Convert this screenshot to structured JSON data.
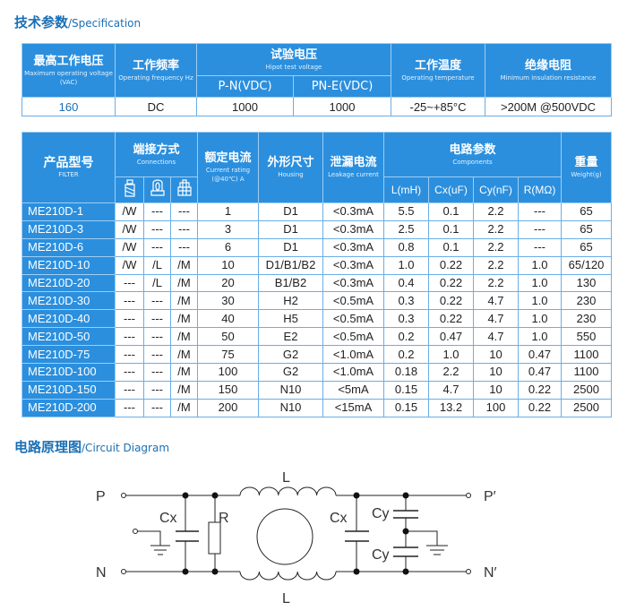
{
  "spec_title": {
    "zh": "技术参数",
    "en": "/Specification"
  },
  "spec_table": {
    "headers": [
      {
        "zh": "最高工作电压",
        "en": "Maximum operating voltage  (VAC)"
      },
      {
        "zh": "工作频率",
        "en": "Operating frequency Hz"
      },
      {
        "zh": "试验电压",
        "en": "Hipot test voltage",
        "sub": [
          "P-N(VDC)",
          "PN-E(VDC)"
        ]
      },
      {
        "zh": "工作温度",
        "en": "Operating temperature"
      },
      {
        "zh": "绝缘电阻",
        "en": "Minimum insulation resistance"
      }
    ],
    "values": [
      "160",
      "DC",
      "1000",
      "1000",
      "-25~+85°C",
      ">200M @500VDC"
    ]
  },
  "product_table": {
    "headers": {
      "model": {
        "zh": "产品型号",
        "en": "FILTER"
      },
      "connections": {
        "zh": "端接方式",
        "en": "Connections",
        "icons": [
          "wire-terminal-icon",
          "screw-terminal-icon",
          "multi-pin-terminal-icon"
        ]
      },
      "current": {
        "zh": "额定电流",
        "en": "Current rating",
        "en2": "(@40℃)  A"
      },
      "housing": {
        "zh": "外形尺寸",
        "en": "Housing"
      },
      "leakage": {
        "zh": "泄漏电流",
        "en": "Leakage current"
      },
      "components": {
        "zh": "电路参数",
        "en": "Components",
        "sub": [
          "L(mH)",
          "Cx(uF)",
          "Cy(nF)",
          "R(MΩ)"
        ]
      },
      "weight": {
        "zh": "重量",
        "en": "Weight(g)"
      }
    },
    "rows": [
      [
        "ME210D-1",
        "/W",
        "---",
        "---",
        "1",
        "D1",
        "<0.3mA",
        "5.5",
        "0.1",
        "2.2",
        "---",
        "65"
      ],
      [
        "ME210D-3",
        "/W",
        "---",
        "---",
        "3",
        "D1",
        "<0.3mA",
        "2.5",
        "0.1",
        "2.2",
        "---",
        "65"
      ],
      [
        "ME210D-6",
        "/W",
        "---",
        "---",
        "6",
        "D1",
        "<0.3mA",
        "0.8",
        "0.1",
        "2.2",
        "---",
        "65"
      ],
      [
        "ME210D-10",
        "/W",
        "/L",
        "/M",
        "10",
        "D1/B1/B2",
        "<0.3mA",
        "1.0",
        "0.22",
        "2.2",
        "1.0",
        "65/120"
      ],
      [
        "ME210D-20",
        "---",
        "/L",
        "/M",
        "20",
        "B1/B2",
        "<0.3mA",
        "0.4",
        "0.22",
        "2.2",
        "1.0",
        "130"
      ],
      [
        "ME210D-30",
        "---",
        "---",
        "/M",
        "30",
        "H2",
        "<0.5mA",
        "0.3",
        "0.22",
        "4.7",
        "1.0",
        "230"
      ],
      [
        "ME210D-40",
        "---",
        "---",
        "/M",
        "40",
        "H5",
        "<0.5mA",
        "0.3",
        "0.22",
        "4.7",
        "1.0",
        "230"
      ],
      [
        "ME210D-50",
        "---",
        "---",
        "/M",
        "50",
        "E2",
        "<0.5mA",
        "0.2",
        "0.47",
        "4.7",
        "1.0",
        "550"
      ],
      [
        "ME210D-75",
        "---",
        "---",
        "/M",
        "75",
        "G2",
        "<1.0mA",
        "0.2",
        "1.0",
        "10",
        "0.47",
        "1100"
      ],
      [
        "ME210D-100",
        "---",
        "---",
        "/M",
        "100",
        "G2",
        "<1.0mA",
        "0.18",
        "2.2",
        "10",
        "0.47",
        "1100"
      ],
      [
        "ME210D-150",
        "---",
        "---",
        "/M",
        "150",
        "N10",
        "<5mA",
        "0.15",
        "4.7",
        "10",
        "0.22",
        "2500"
      ],
      [
        "ME210D-200",
        "---",
        "---",
        "/M",
        "200",
        "N10",
        "<15mA",
        "0.15",
        "13.2",
        "100",
        "0.22",
        "2500"
      ]
    ]
  },
  "circuit_title": {
    "zh": "电路原理图",
    "en": "/Circuit Diagram"
  },
  "circuit": {
    "P": "P",
    "N": "N",
    "P2": "P′",
    "N2": "N′",
    "L": "L",
    "Cx": "Cx",
    "R": "R",
    "Cy": "Cy"
  },
  "colors": {
    "accent": "#2b8fde",
    "title": "#1a6fb5"
  }
}
